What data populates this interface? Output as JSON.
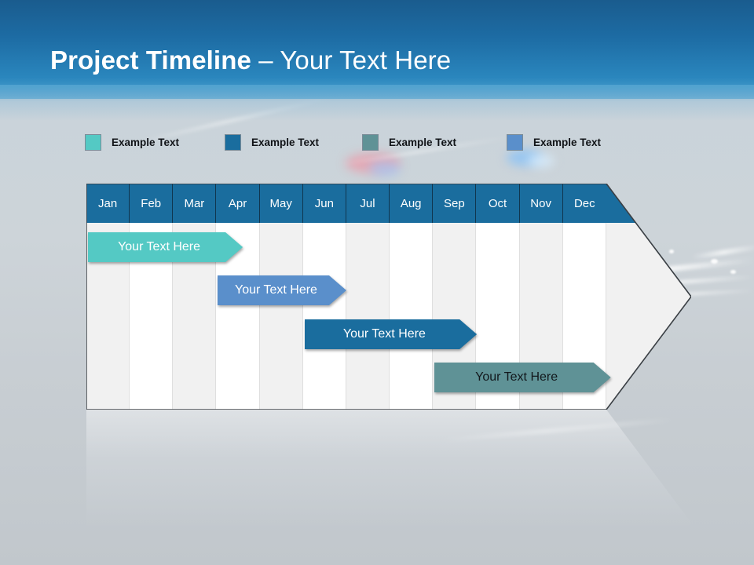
{
  "slide": {
    "title_bold": "Project Timeline",
    "title_separator": " – ",
    "title_rest": "Your Text Here"
  },
  "colors": {
    "banner_top": "#1a5c8e",
    "banner_bottom": "#51a3d0",
    "header_blue": "#1a6d9e",
    "series_turquoise": "#54c9c4",
    "series_cornflower": "#5a8fcb",
    "series_steel_blue": "#1a6d9e",
    "series_gray_teal": "#5f9296",
    "chart_body": "#f1f1f1",
    "chart_stripe": "#ffffff",
    "outline": "#3a3f44"
  },
  "legend": {
    "items": [
      {
        "label": "Example Text",
        "color": "#54c9c4",
        "x": 0
      },
      {
        "label": "Example Text",
        "color": "#1a6d9e",
        "x": 178
      },
      {
        "label": "Example Text",
        "color": "#5f9296",
        "x": 353
      },
      {
        "label": "Example Text",
        "color": "#5a8fcb",
        "x": 537
      }
    ]
  },
  "chart_data": {
    "type": "bar",
    "title": "Project Timeline – Your Text Here",
    "xlabel": "",
    "ylabel": "",
    "categories": [
      "Jan",
      "Feb",
      "Mar",
      "Apr",
      "May",
      "Jun",
      "Jul",
      "Aug",
      "Sep",
      "Oct",
      "Nov",
      "Dec"
    ],
    "legend_position": "top",
    "grid": true,
    "series": [
      {
        "name": "Example Text",
        "label": "Your  Text Here",
        "color": "#54c9c4",
        "text_color": "#ffffff",
        "start_month": "Jan",
        "end_month": "Apr",
        "start": 0.0,
        "end": 3.5,
        "row": 0
      },
      {
        "name": "Example Text",
        "label": "Your  Text Here",
        "color": "#5a8fcb",
        "text_color": "#ffffff",
        "start_month": "Apr",
        "end_month": "Jun",
        "start": 3.0,
        "end": 5.9,
        "row": 1
      },
      {
        "name": "Example Text",
        "label": "Your  Text Here",
        "color": "#1a6d9e",
        "text_color": "#ffffff",
        "start_month": "Jun",
        "end_month": "Sep",
        "start": 5.0,
        "end": 8.9,
        "row": 2
      },
      {
        "name": "Example Text",
        "label": "Your  Text Here",
        "color": "#5f9296",
        "text_color": "#12181c",
        "start_month": "Sep",
        "end_month": "Dec",
        "start": 8.0,
        "end": 12.0,
        "row": 3
      }
    ]
  }
}
